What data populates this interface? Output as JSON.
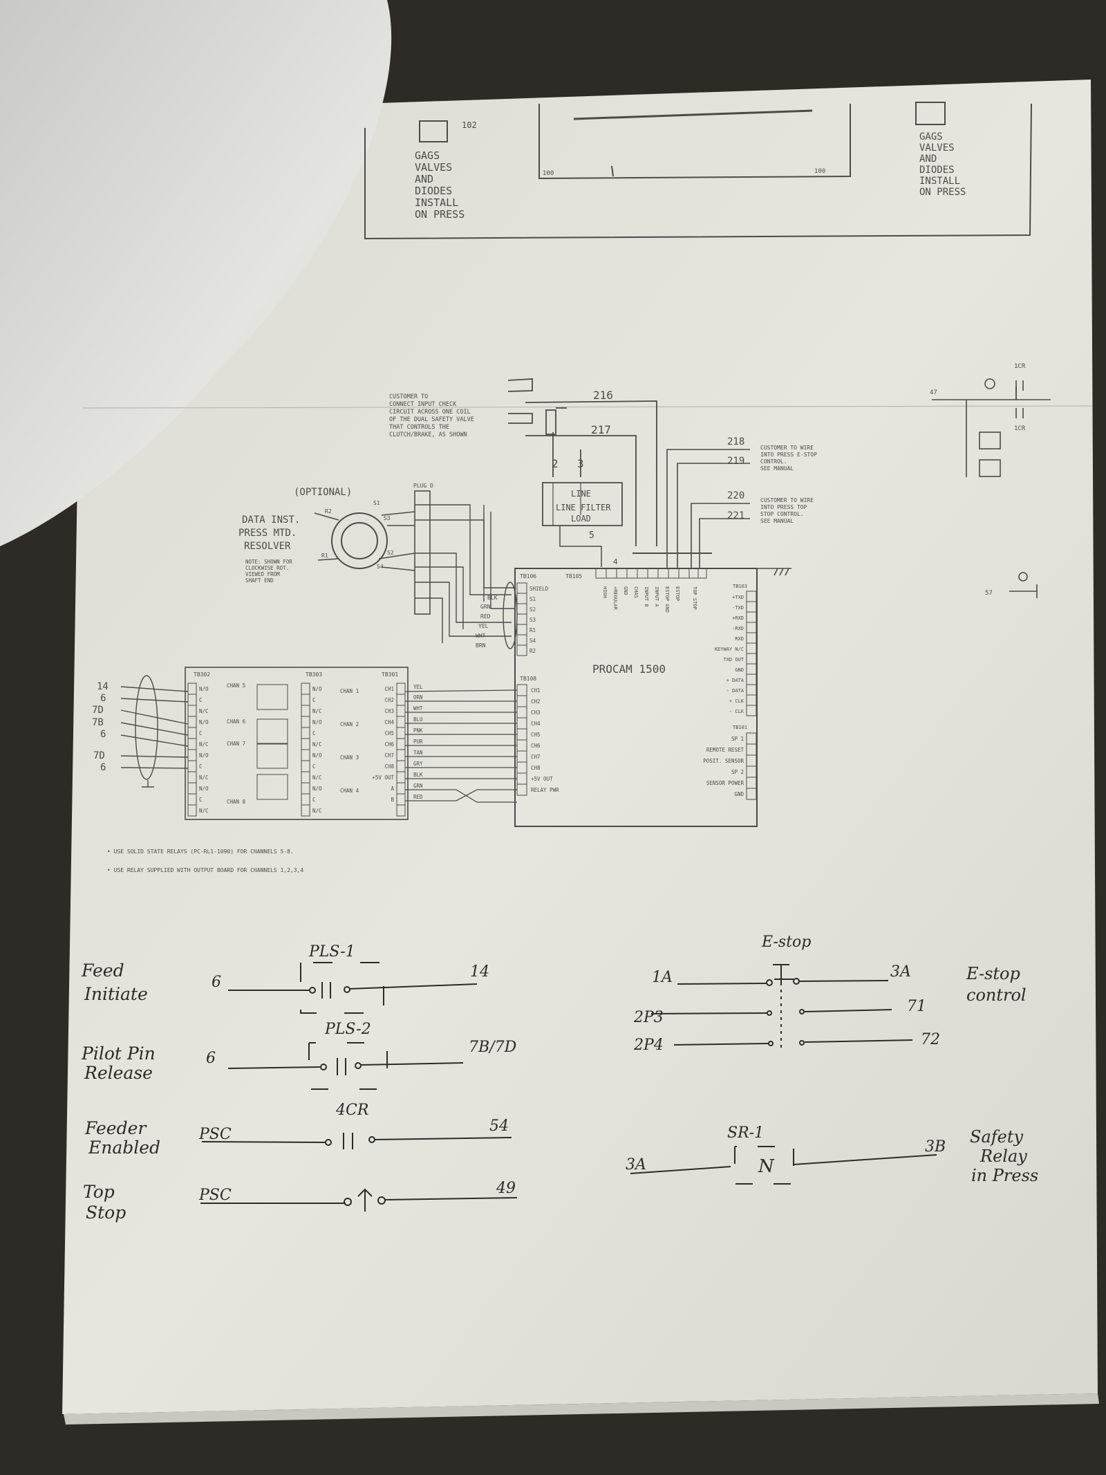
{
  "top_section": {
    "left_box": [
      "GAGS",
      "VALVES",
      "AND",
      "DIODES",
      "INSTALL",
      "ON PRESS"
    ],
    "right_box": [
      "GAGS",
      "VALVES",
      "AND",
      "DIODES",
      "INSTALL",
      "ON PRESS"
    ],
    "tag_102": "102",
    "tag_100a": "100",
    "tag_100b": "100"
  },
  "customer_notes": {
    "input_check": [
      "CUSTOMER TO",
      "CONNECT INPUT CHECK",
      "CIRCUIT ACROSS ONE COIL",
      "OF THE DUAL SAFETY VALVE",
      "THAT CONTROLS THE",
      "CLUTCH/BRAKE, AS SHOWN"
    ],
    "estop": [
      "CUSTOMER TO WIRE",
      "INTO PRESS E-STOP",
      "CONTROL.",
      "SEE MANUAL"
    ],
    "top_stop": [
      "CUSTOMER TO WIRE",
      "INTO PRESS TOP",
      "STOP CONTROL.",
      "SEE MANUAL"
    ]
  },
  "wire_numbers": {
    "w216": "216",
    "w217": "217",
    "w218": "218",
    "w219": "219",
    "w220": "220",
    "w221": "221",
    "w2": "2",
    "w3": "3",
    "w5": "5",
    "w4": "4"
  },
  "line_filter": {
    "line": "LINE",
    "name": "LINE FILTER",
    "load": "LOAD"
  },
  "resolver": {
    "optional": "(OPTIONAL)",
    "title": [
      "DATA INST.",
      "PRESS MTD.",
      "RESOLVER"
    ],
    "note": [
      "NOTE: SHOWN FOR",
      "CLOCKWISE ROT.",
      "VIEWED FROM",
      "SHAFT END"
    ],
    "pins": [
      "R2",
      "S1",
      "S3",
      "R1",
      "S2",
      "S4"
    ],
    "plug": "PLUG D"
  },
  "procam": {
    "title": "PROCAM 1500",
    "tb106": "TB106",
    "tb106_pins": [
      "SHIELD",
      "S1",
      "S2",
      "S3",
      "R1",
      "S4",
      "R2"
    ],
    "tb108": "TB108",
    "tb108_pins": [
      "CH1",
      "CH2",
      "CH3",
      "CH4",
      "CH5",
      "CH6",
      "CH7",
      "CH8",
      "+5V OUT",
      "RELAY PWR"
    ],
    "tb105": "TB105",
    "top_labels": [
      "HIGH",
      "+REGULAR",
      "GND",
      "CHAS",
      "INPUT B",
      "INPUT A",
      "ESTOP GND",
      "ESTOP",
      "TOP STOP"
    ],
    "tb103": "TB103",
    "tb103_pins": [
      "+TXD",
      "-TXD",
      "+RXD",
      "-RXD",
      "RXD",
      "KEYWAY N/C",
      "TXD OUT",
      "GND",
      "+ DATA",
      "- DATA",
      "+ CLK",
      "- CLK"
    ],
    "tb101": "TB101",
    "tb101_pins": [
      "SP 1",
      "REMOTE RESET",
      "POSIT. SENSOR",
      "SP 2",
      "SENSOR POWER",
      "GND"
    ]
  },
  "relay_board": {
    "tb302": "TB302",
    "tb303": "TB303",
    "tb301": "TB301",
    "tb302_pins": [
      "N/O",
      "C",
      "N/C",
      "N/O",
      "C",
      "N/C",
      "N/O",
      "C",
      "N/C",
      "N/O",
      "C",
      "N/C"
    ],
    "relays": [
      "CHAN 5",
      "CHAN 6",
      "CHAN 7",
      "CHAN 8"
    ],
    "tb303_pins": [
      "N/O",
      "C",
      "N/C",
      "N/O",
      "C",
      "N/C",
      "N/O",
      "C",
      "N/C",
      "N/O",
      "C",
      "N/C"
    ],
    "tb303_chans": [
      "CHAN 1",
      "CHAN 2",
      "CHAN 3",
      "CHAN 4"
    ],
    "tb301_pins": [
      "CH1",
      "CH2",
      "CH3",
      "CH4",
      "CH5",
      "CH6",
      "CH7",
      "CH8",
      "+5V OUT",
      "A",
      "B",
      ""
    ],
    "wire_colors": [
      "YEL",
      "ORN",
      "WHT",
      "BLU",
      "PNK",
      "PUR",
      "TAN",
      "GRY",
      "BLK",
      "GRN",
      "RED"
    ],
    "terminals_left": [
      "14",
      "6",
      "7D",
      "7B",
      "6",
      "7D",
      "6"
    ]
  },
  "resolver_colors": [
    "BLK",
    "GRN",
    "RED",
    "YEL",
    "WHT",
    "BRN"
  ],
  "footnotes": [
    "• USE SOLID STATE RELAYS (PC-RL1-1090) FOR CHANNELS 5-8.",
    "• USE RELAY SUPPLIED WITH OUTPUT BOARD FOR CHANNELS 1,2,3,4"
  ],
  "right_fragment": {
    "cr1a": "1CR",
    "cr1b": "1CR",
    "w47": "47",
    "w57": "57"
  },
  "handwritten": {
    "feed_initiate": [
      "Feed",
      "Initiate"
    ],
    "pilot_release": [
      "Pilot Pin",
      "Release"
    ],
    "feeder_enabled": [
      "Feeder",
      "Enabled"
    ],
    "top_stop": [
      "Top",
      "Stop"
    ],
    "pls1": "PLS-1",
    "pls2": "PLS-2",
    "cr4": "4CR",
    "n6a": "6",
    "n14": "14",
    "n6b": "6",
    "n7b7d": "7B/7D",
    "psc1": "PSC",
    "n54": "54",
    "psc2": "PSC",
    "n49": "49",
    "estop_title": "E-stop",
    "n1a": "1A",
    "n3a": "3A",
    "n2p3": "2P3",
    "n71": "71",
    "n2p4": "2P4",
    "n72": "72",
    "estop_control": [
      "E-stop",
      "control"
    ],
    "sr1": "SR-1",
    "sr1_n": "N",
    "n3a_b": "3A",
    "n3b": "3B",
    "safety_relay": [
      "Safety",
      "Relay",
      "in Press"
    ]
  }
}
